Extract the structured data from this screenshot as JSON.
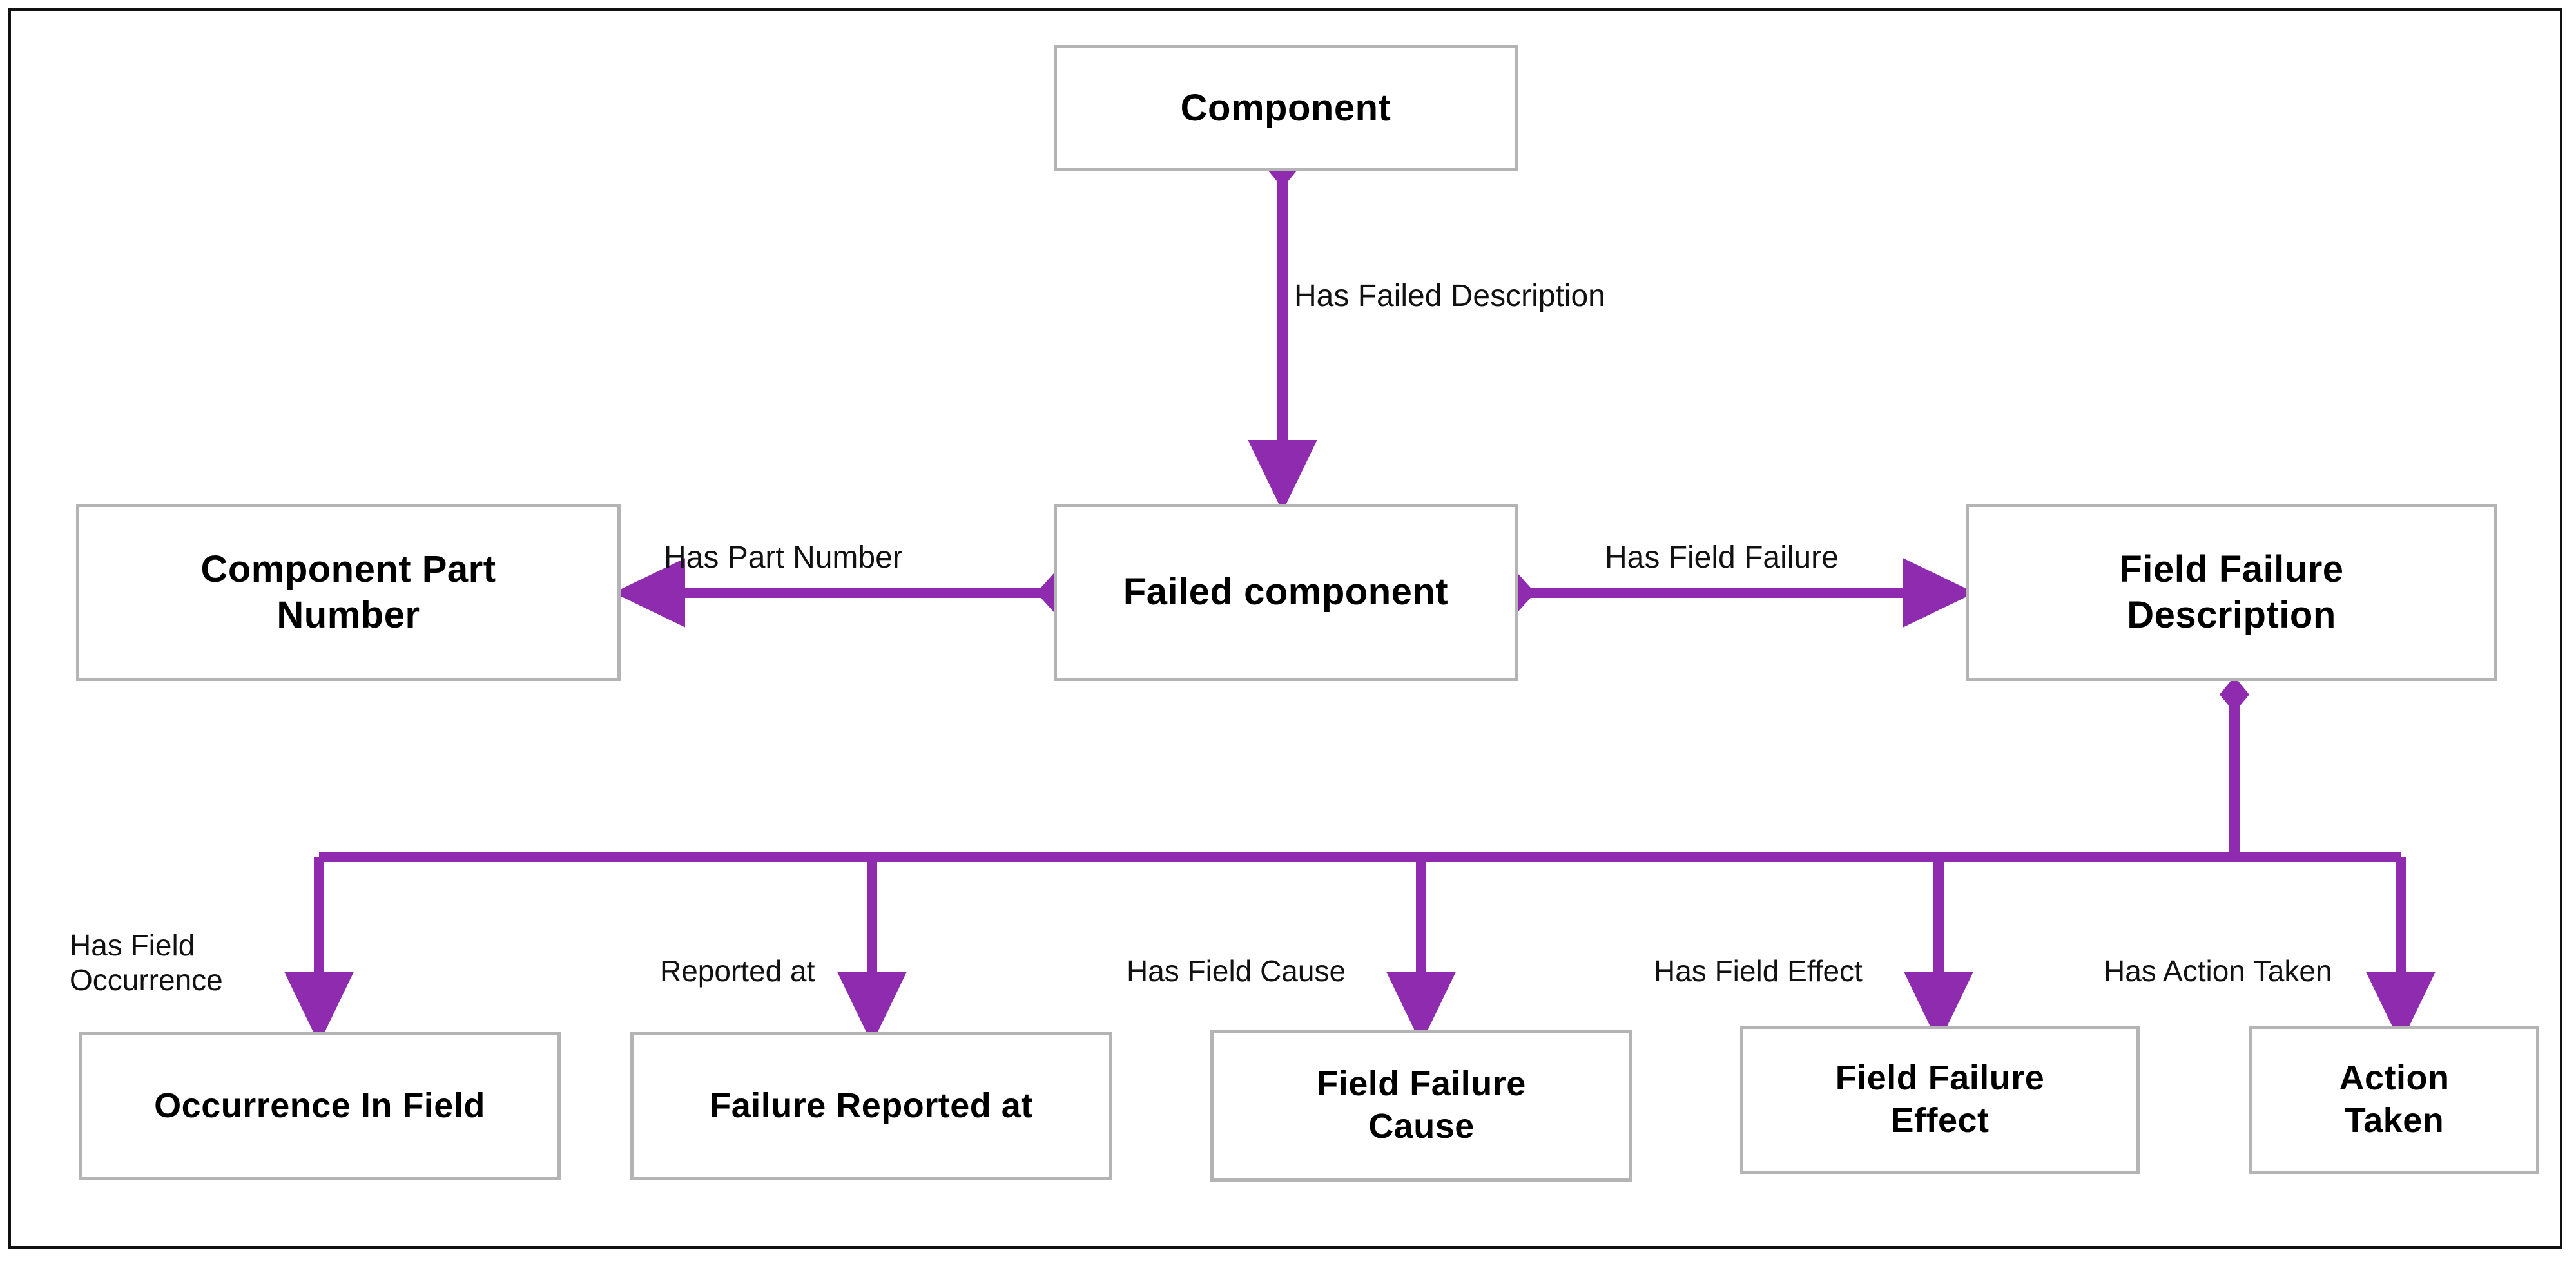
{
  "diagram": {
    "title": "Component Field Failure Ontology",
    "accent_color": "#8E2BAE",
    "node_border_color": "#b4b4b4",
    "frame_color": "#111111",
    "text_color": "#000000"
  },
  "nodes": {
    "component": {
      "label": "Component"
    },
    "component_part_number": {
      "label": "Component Part\nNumber"
    },
    "failed_component": {
      "label": "Failed component"
    },
    "field_failure_description": {
      "label": "Field Failure\nDescription"
    },
    "occurrence_in_field": {
      "label": "Occurrence In Field"
    },
    "failure_reported_at": {
      "label": "Failure Reported at"
    },
    "field_failure_cause": {
      "label": "Field Failure\nCause"
    },
    "field_failure_effect": {
      "label": "Field Failure\nEffect"
    },
    "action_taken": {
      "label": "Action\nTaken"
    }
  },
  "edges": {
    "has_failed_description": {
      "label": "Has Failed Description",
      "from": "component",
      "to": "failed_component"
    },
    "has_part_number": {
      "label": "Has Part Number",
      "from": "failed_component",
      "to": "component_part_number"
    },
    "has_field_failure": {
      "label": "Has Field Failure",
      "from": "failed_component",
      "to": "field_failure_description"
    },
    "has_field_occurrence": {
      "label": "Has Field\nOccurrence",
      "from": "field_failure_description",
      "to": "occurrence_in_field"
    },
    "reported_at": {
      "label": "Reported at",
      "from": "field_failure_description",
      "to": "failure_reported_at"
    },
    "has_field_cause": {
      "label": "Has Field Cause",
      "from": "field_failure_description",
      "to": "field_failure_cause"
    },
    "has_field_effect": {
      "label": "Has Field Effect",
      "from": "field_failure_description",
      "to": "field_failure_effect"
    },
    "has_action_taken": {
      "label": "Has Action Taken",
      "from": "field_failure_description",
      "to": "action_taken"
    }
  }
}
